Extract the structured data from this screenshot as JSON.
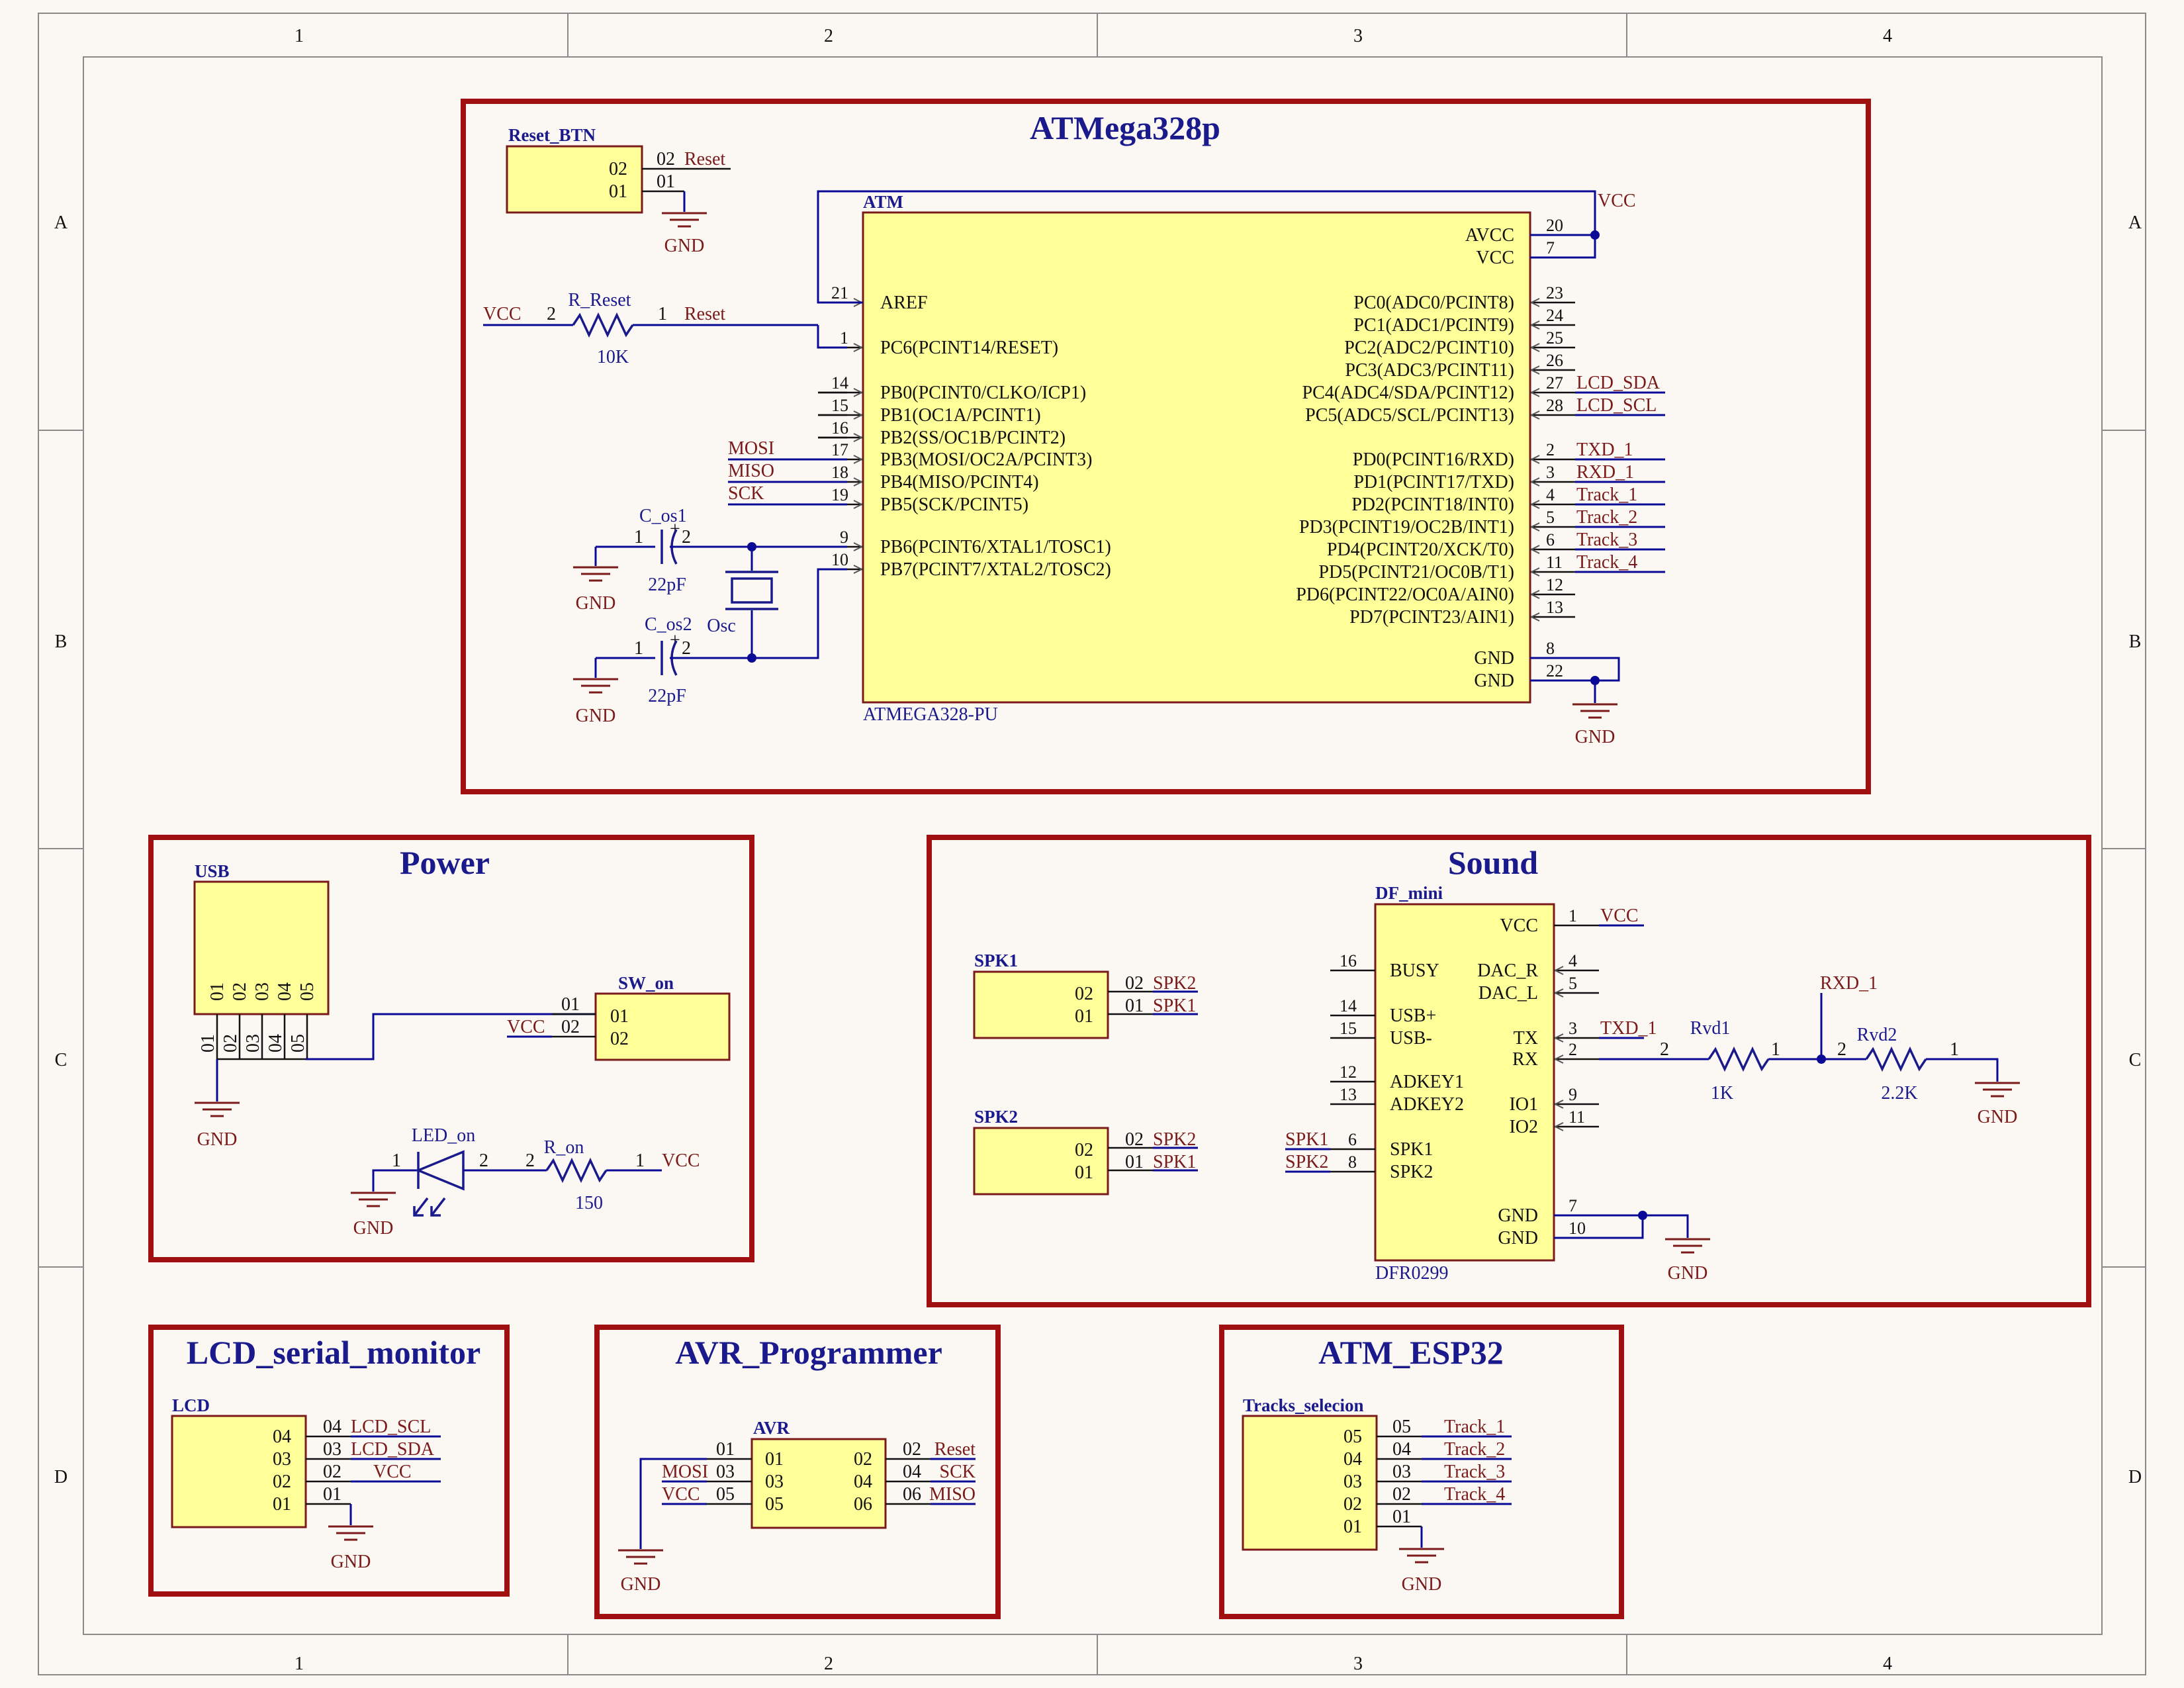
{
  "colors": {
    "background": "#fbf8f3",
    "frame": "#808080",
    "section_border": "#a01010",
    "title": "#1a1a8c",
    "wire": "#0a0a96",
    "component_fill": "#ffff99",
    "component_stroke": "#7a1a1a",
    "net_label": "#7a1a1a",
    "pin_text": "#111111"
  },
  "frame": {
    "columns": [
      "1",
      "2",
      "3",
      "4"
    ],
    "rows": [
      "A",
      "B",
      "C",
      "D"
    ]
  },
  "sections": {
    "atmega": {
      "title": "ATMega328p",
      "reset_btn": {
        "designator": "Reset_BTN",
        "pins": [
          "02",
          "01"
        ],
        "net_02": "Reset",
        "net_01_pin": "01",
        "gnd": "GND"
      },
      "mcu": {
        "designator": "ATM",
        "part": "ATMEGA328-PU",
        "left_pins": [
          {
            "num": "21",
            "name": "AREF"
          },
          {
            "num": "1",
            "name": "PC6(PCINT14/RESET)"
          },
          {
            "num": "14",
            "name": "PB0(PCINT0/CLKO/ICP1)"
          },
          {
            "num": "15",
            "name": "PB1(OC1A/PCINT1)"
          },
          {
            "num": "16",
            "name": "PB2(SS/OC1B/PCINT2)"
          },
          {
            "num": "17",
            "name": "PB3(MOSI/OC2A/PCINT3)"
          },
          {
            "num": "18",
            "name": "PB4(MISO/PCINT4)"
          },
          {
            "num": "19",
            "name": "PB5(SCK/PCINT5)"
          },
          {
            "num": "9",
            "name": "PB6(PCINT6/XTAL1/TOSC1)"
          },
          {
            "num": "10",
            "name": "PB7(PCINT7/XTAL2/TOSC2)"
          }
        ],
        "right_pins": [
          {
            "num": "20",
            "name": "AVCC",
            "net": "VCC"
          },
          {
            "num": "7",
            "name": "VCC",
            "net": ""
          },
          {
            "num": "23",
            "name": "PC0(ADC0/PCINT8)",
            "net": ""
          },
          {
            "num": "24",
            "name": "PC1(ADC1/PCINT9)",
            "net": ""
          },
          {
            "num": "25",
            "name": "PC2(ADC2/PCINT10)",
            "net": ""
          },
          {
            "num": "26",
            "name": "PC3(ADC3/PCINT11)",
            "net": ""
          },
          {
            "num": "27",
            "name": "PC4(ADC4/SDA/PCINT12)",
            "net": "LCD_SDA"
          },
          {
            "num": "28",
            "name": "PC5(ADC5/SCL/PCINT13)",
            "net": "LCD_SCL"
          },
          {
            "num": "2",
            "name": "PD0(PCINT16/RXD)",
            "net": "TXD_1"
          },
          {
            "num": "3",
            "name": "PD1(PCINT17/TXD)",
            "net": "RXD_1"
          },
          {
            "num": "4",
            "name": "PD2(PCINT18/INT0)",
            "net": "Track_1"
          },
          {
            "num": "5",
            "name": "PD3(PCINT19/OC2B/INT1)",
            "net": "Track_2"
          },
          {
            "num": "6",
            "name": "PD4(PCINT20/XCK/T0)",
            "net": "Track_3"
          },
          {
            "num": "11",
            "name": "PD5(PCINT21/OC0B/T1)",
            "net": "Track_4"
          },
          {
            "num": "12",
            "name": "PD6(PCINT22/OC0A/AIN0)",
            "net": ""
          },
          {
            "num": "13",
            "name": "PD7(PCINT23/AIN1)",
            "net": ""
          },
          {
            "num": "8",
            "name": "GND",
            "net": ""
          },
          {
            "num": "22",
            "name": "GND",
            "net": ""
          }
        ],
        "gnd": "GND"
      },
      "r_reset": {
        "designator": "R_Reset",
        "value": "10K",
        "pin2": "2",
        "pin1": "1",
        "net_left": "VCC",
        "net_right": "Reset"
      },
      "spi_nets": [
        "MOSI",
        "MISO",
        "SCK"
      ],
      "c_os1": {
        "designator": "C_os1",
        "value": "22pF",
        "pin1": "1",
        "pin2": "2",
        "plus": "+",
        "gnd": "GND"
      },
      "c_os2": {
        "designator": "C_os2",
        "value": "22pF",
        "pin1": "1",
        "pin2": "2",
        "plus": "+",
        "gnd": "GND"
      },
      "osc": {
        "designator": "Osc"
      }
    },
    "power": {
      "title": "Power",
      "usb": {
        "designator": "USB",
        "pins": [
          "01",
          "02",
          "03",
          "04",
          "05"
        ],
        "gnd": "GND"
      },
      "sw_on": {
        "designator": "SW_on",
        "pins": [
          "01",
          "02"
        ],
        "ext_pins": [
          "01",
          "02"
        ],
        "net_02": "VCC"
      },
      "led_on": {
        "designator": "LED_on",
        "pin1": "1",
        "pin2": "2",
        "gnd": "GND"
      },
      "r_on": {
        "designator": "R_on",
        "value": "150",
        "pin2": "2",
        "pin1": "1",
        "net": "VCC"
      }
    },
    "sound": {
      "title": "Sound",
      "spk1": {
        "designator": "SPK1",
        "pins": [
          "02",
          "01"
        ],
        "nets": [
          "SPK2",
          "SPK1"
        ]
      },
      "spk2": {
        "designator": "SPK2",
        "pins": [
          "02",
          "01"
        ],
        "nets": [
          "SPK2",
          "SPK1"
        ]
      },
      "df_mini": {
        "designator": "DF_mini",
        "part": "DFR0299",
        "left_pins": [
          {
            "num": "16",
            "name": "BUSY",
            "net": ""
          },
          {
            "num": "14",
            "name": "USB+",
            "net": ""
          },
          {
            "num": "15",
            "name": "USB-",
            "net": ""
          },
          {
            "num": "12",
            "name": "ADKEY1",
            "net": ""
          },
          {
            "num": "13",
            "name": "ADKEY2",
            "net": ""
          },
          {
            "num": "6",
            "name": "SPK1",
            "net": "SPK1"
          },
          {
            "num": "8",
            "name": "SPK2",
            "net": "SPK2"
          }
        ],
        "right_pins": [
          {
            "num": "1",
            "name": "VCC",
            "net": "VCC"
          },
          {
            "num": "4",
            "name": "DAC_R",
            "net": ""
          },
          {
            "num": "5",
            "name": "DAC_L",
            "net": ""
          },
          {
            "num": "3",
            "name": "TX",
            "net": "TXD_1"
          },
          {
            "num": "2",
            "name": "RX",
            "net": ""
          },
          {
            "num": "9",
            "name": "IO1",
            "net": ""
          },
          {
            "num": "11",
            "name": "IO2",
            "net": ""
          },
          {
            "num": "7",
            "name": "GND",
            "net": ""
          },
          {
            "num": "10",
            "name": "GND",
            "net": ""
          }
        ],
        "gnd": "GND"
      },
      "rvd1": {
        "designator": "Rvd1",
        "value": "1K",
        "pin2": "2",
        "pin1": "1"
      },
      "rvd2": {
        "designator": "Rvd2",
        "value": "2.2K",
        "pin2": "2",
        "pin1": "1",
        "gnd": "GND"
      },
      "rxd_net": "RXD_1"
    },
    "lcd": {
      "title": "LCD_serial_monitor",
      "designator": "LCD",
      "pins": [
        "04",
        "03",
        "02",
        "01"
      ],
      "ext": [
        "04",
        "03",
        "02",
        "01"
      ],
      "nets": [
        "LCD_SCL",
        "LCD_SDA",
        "VCC",
        ""
      ],
      "gnd": "GND"
    },
    "avr": {
      "title": "AVR_Programmer",
      "designator": "AVR",
      "left_pins": [
        "01",
        "03",
        "05"
      ],
      "right_pins": [
        "02",
        "04",
        "06"
      ],
      "left_ext": [
        "01",
        "03",
        "05"
      ],
      "right_ext": [
        "02",
        "04",
        "06"
      ],
      "left_nets": [
        "",
        "MOSI",
        "VCC"
      ],
      "right_nets": [
        "Reset",
        "SCK",
        "MISO"
      ],
      "gnd": "GND"
    },
    "esp32": {
      "title": "ATM_ESP32",
      "designator": "Tracks_selecion",
      "pins": [
        "05",
        "04",
        "03",
        "02",
        "01"
      ],
      "ext": [
        "05",
        "04",
        "03",
        "02",
        "01"
      ],
      "nets": [
        "Track_1",
        "Track_2",
        "Track_3",
        "Track_4",
        ""
      ],
      "gnd": "GND"
    }
  }
}
